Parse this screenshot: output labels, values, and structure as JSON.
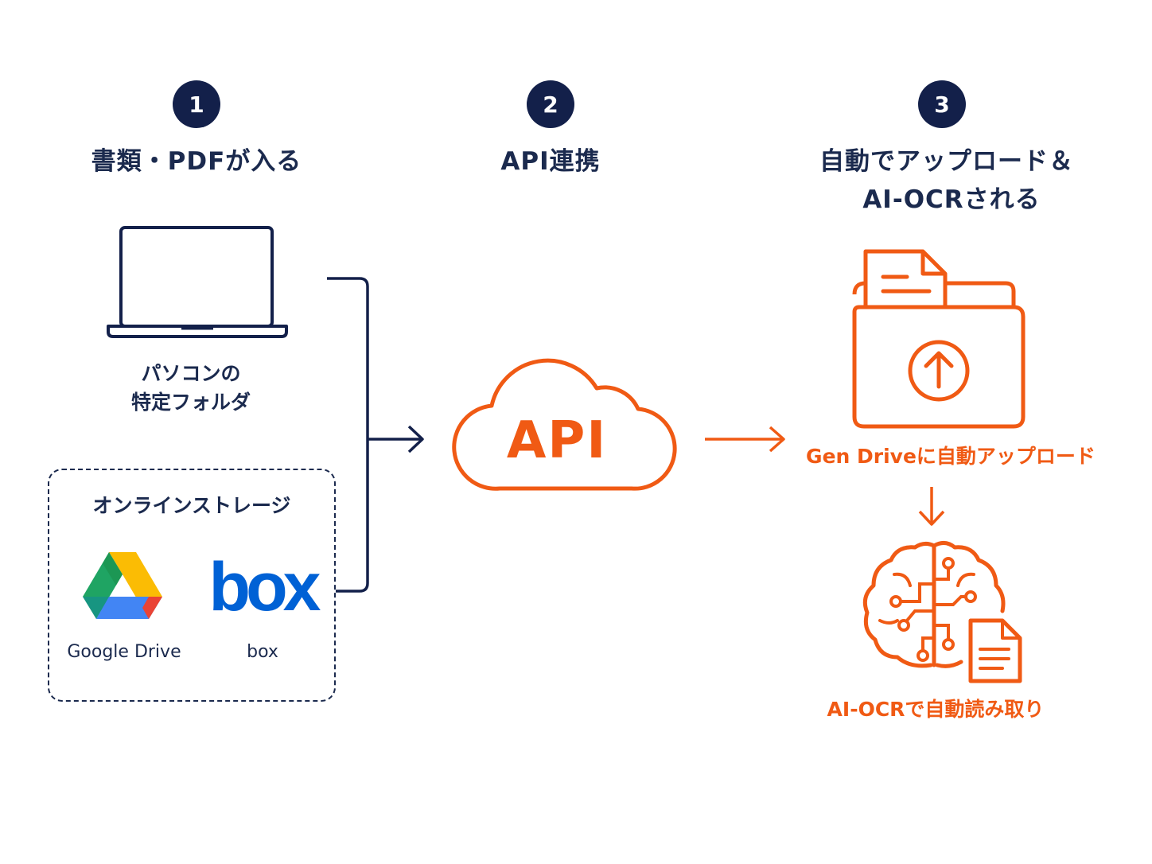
{
  "colors": {
    "navy": "#13204a",
    "orange": "#f05a14"
  },
  "steps": [
    {
      "number": "1",
      "title": "書類・PDFが入る"
    },
    {
      "number": "2",
      "title": "API連携"
    },
    {
      "number": "3",
      "title_line1": "自動でアップロード＆",
      "title_line2": "AI-OCRされる"
    }
  ],
  "source": {
    "laptop_label_line1": "パソコンの",
    "laptop_label_line2": "特定フォルダ",
    "laptop_icon": "laptop-icon",
    "storage": {
      "title": "オンラインストレージ",
      "services": [
        {
          "name": "Google Drive",
          "icon": "google-drive-icon"
        },
        {
          "name": "box",
          "logo_text": "box",
          "icon": "box-logo"
        }
      ]
    }
  },
  "api": {
    "label": "API",
    "icon": "cloud-icon"
  },
  "result": {
    "upload_label": "Gen Driveに自動アップロード",
    "upload_icon": "folder-upload-icon",
    "ocr_label": "AI-OCRで自動読み取り",
    "ocr_icon": "ai-brain-document-icon"
  }
}
